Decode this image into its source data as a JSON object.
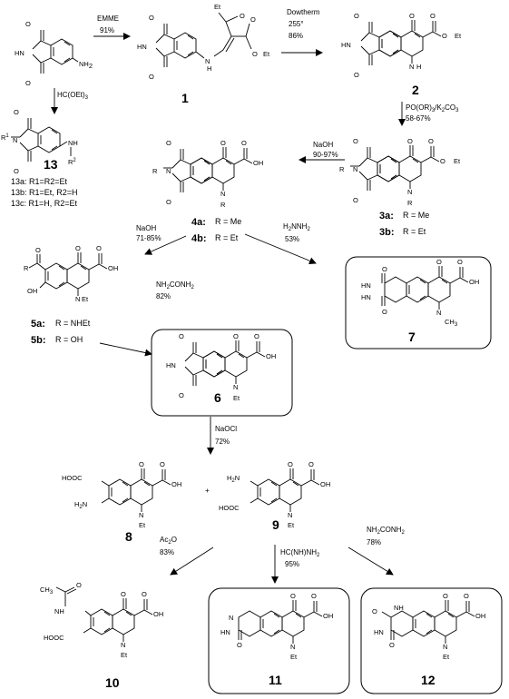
{
  "conditions": {
    "emme": "EMME",
    "emme_yield": "91%",
    "dowtherm": "Dowtherm",
    "temp": "255°",
    "dowtherm_yield": "86%",
    "orthoformate": "HC(OEt)",
    "orthoformate_sub": "3",
    "phosphate": "PO(OR)",
    "phosphate_mid": "3",
    "phosphate_tail": "/K",
    "phosphate_sub2": "2",
    "phosphate_end": "CO",
    "phosphate_sub3": "3",
    "phosphate_yield": "58-67%",
    "naoh1": "NaOH",
    "naoh1_yield": "90-97%",
    "naoh2": "NaOH",
    "naoh2_yield": "71-85%",
    "hydrazine": "H",
    "hydrazine_sub": "2",
    "hydrazine_mid": "NNH",
    "hydrazine_sub2": "2",
    "hydrazine_yield": "53%",
    "urea1": "NH",
    "urea1_sub": "2",
    "urea1_mid": "CONH",
    "urea1_sub2": "2",
    "urea1_yield": "82%",
    "naocl": "NaOCl",
    "naocl_yield": "72%",
    "ac2o": "Ac",
    "ac2o_sub": "2",
    "ac2o_end": "O",
    "ac2o_yield": "83%",
    "formamidine": "HC(NH)NH",
    "formamidine_sub": "2",
    "formamidine_yield": "95%",
    "urea2": "NH",
    "urea2_sub": "2",
    "urea2_mid": "CONH",
    "urea2_sub2": "2",
    "urea2_yield": "78%"
  },
  "compounds": {
    "c1": "1",
    "c2": "2",
    "c6": "6",
    "c7": "7",
    "c8": "8",
    "c9": "9",
    "c10": "10",
    "c11": "11",
    "c12": "12",
    "c13": "13",
    "c13_list": [
      "13a: R1=R2=Et",
      "13b: R1=Et, R2=H",
      "13c: R1=H, R2=Et"
    ],
    "c3a": "3a:",
    "c3a_r": "R = Me",
    "c3b": "3b:",
    "c3b_r": "R = Et",
    "c4a": "4a:",
    "c4a_r": "R = Me",
    "c4b": "4b:",
    "c4b_r": "R = Et",
    "c5a": "5a:",
    "c5a_r": "R = NHEt",
    "c5b": "5b:",
    "c5b_r": "R = OH"
  },
  "atoms": {
    "o": "O",
    "n": "N",
    "nh": "NH",
    "hn": "HN",
    "h": "H",
    "nh2": "NH",
    "nh2_sub": "2",
    "h2n": "H",
    "h2n_sub": "2",
    "h2n_n": "N",
    "oh": "OH",
    "et": "Et",
    "me": "CH",
    "me_sub": "3",
    "r": "R",
    "r1": "R",
    "r1_sup": "1",
    "r2": "R",
    "r2_sup": "2",
    "cooh": "HOOC",
    "plus": "+"
  }
}
